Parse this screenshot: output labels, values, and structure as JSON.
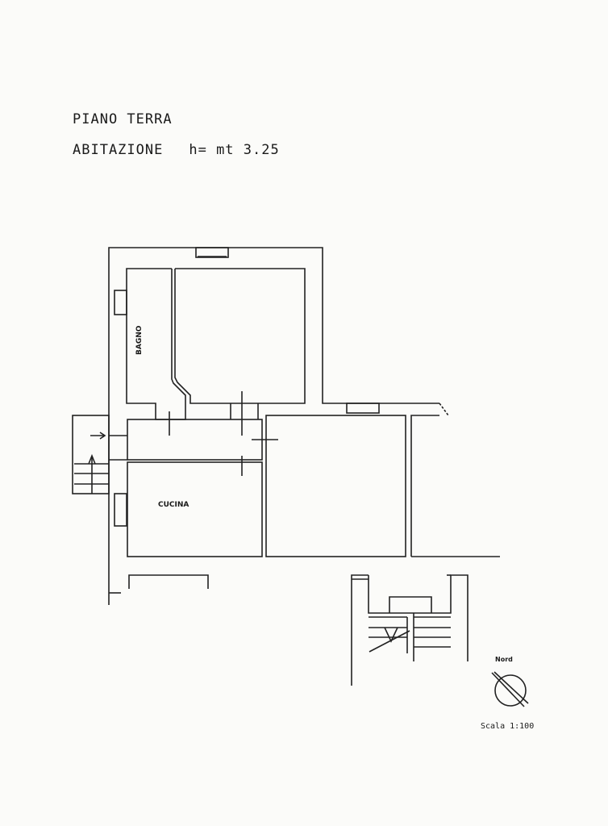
{
  "header": {
    "floor": "PIANO TERRA",
    "unit": "ABITAZIONE",
    "height": "h= mt 3.25"
  },
  "rooms": {
    "bathroom": "BAGNO",
    "kitchen": "CUCINA"
  },
  "compass": {
    "label": "Nord"
  },
  "scale": {
    "label": "Scala 1:100"
  }
}
